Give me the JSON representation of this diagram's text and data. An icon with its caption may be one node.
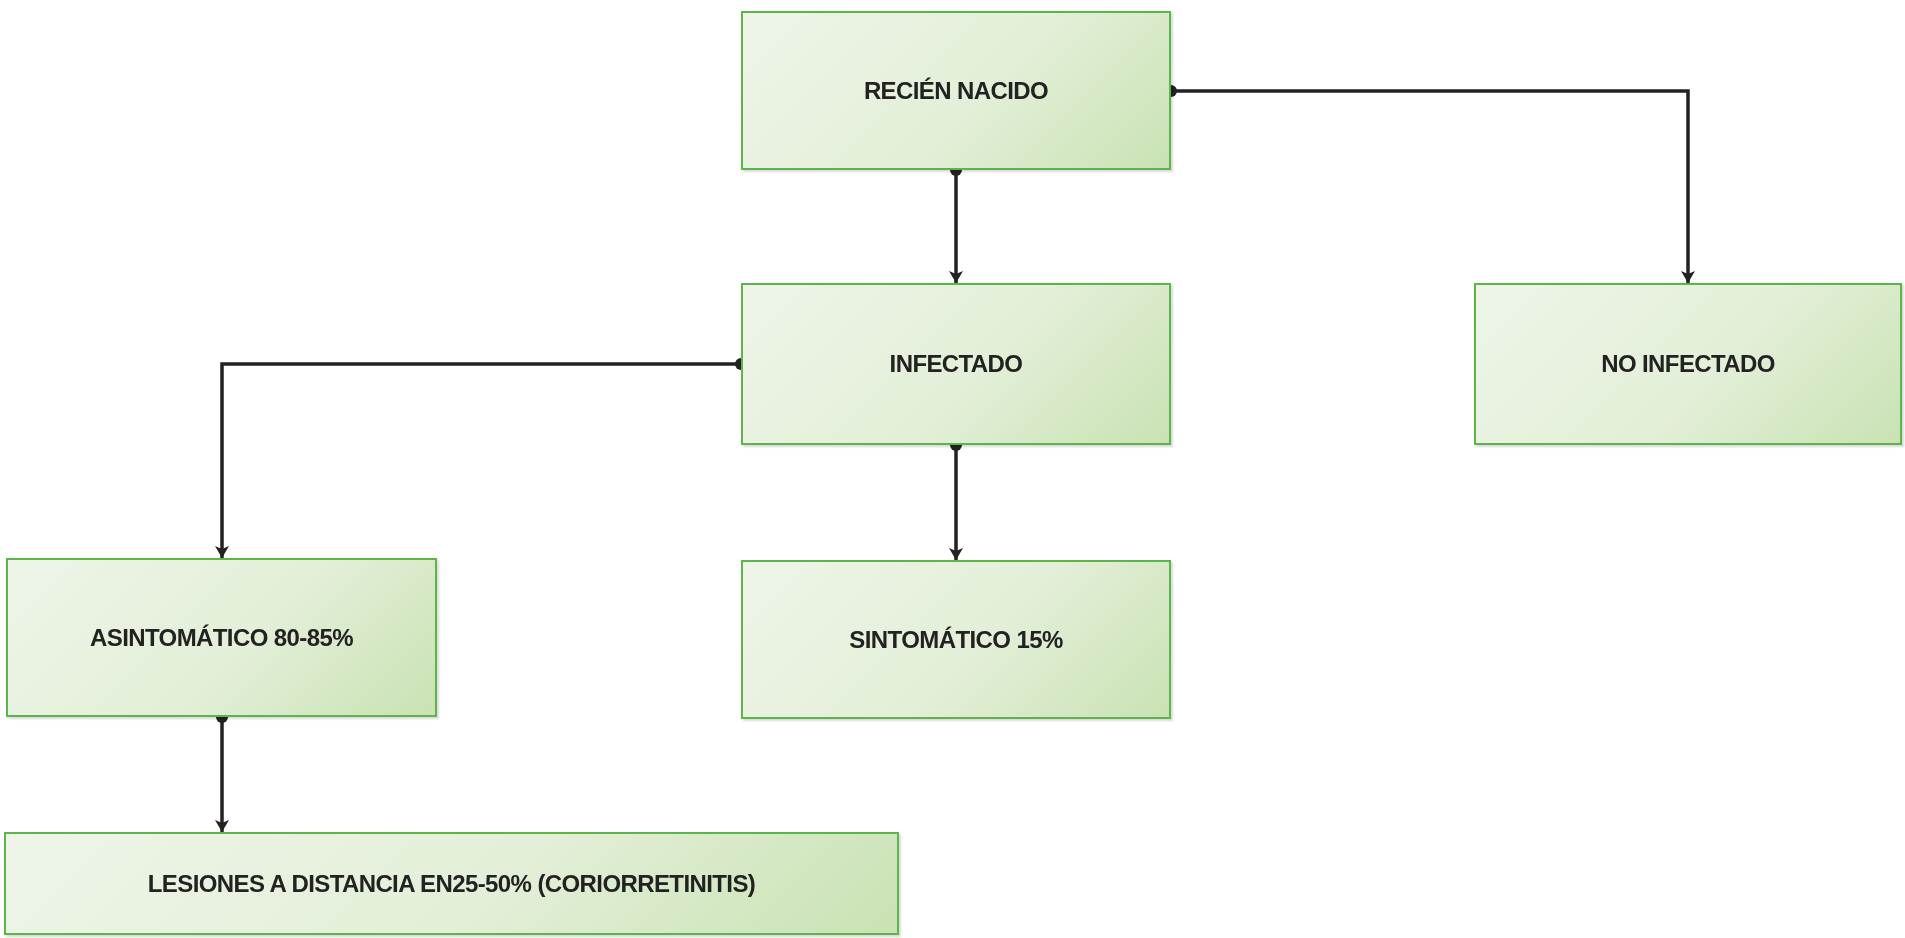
{
  "diagram": {
    "nodes": [
      {
        "text": [
          "RECIÉN NACIDO"
        ]
      },
      {
        "text": [
          "INFECTADO"
        ]
      },
      {
        "text": [
          "NO INFECTADO"
        ]
      },
      {
        "text": [
          "ASINTOMÁTICO 80-85%"
        ]
      },
      {
        "text": [
          "SINTOMÁTICO 15%"
        ]
      },
      {
        "text": [
          "LESIONES A DISTANCIA EN25-50% (CORIORRETINITIS)"
        ]
      }
    ],
    "edges": [
      {
        "from": 0,
        "to": 1,
        "arrow": "to"
      },
      {
        "from": 0,
        "to": 2,
        "arrow": "to"
      },
      {
        "from": 1,
        "to": 3,
        "arrow": "to"
      },
      {
        "from": 1,
        "to": 4,
        "arrow": "to"
      },
      {
        "from": 3,
        "to": 5,
        "arrow": "to"
      }
    ]
  }
}
